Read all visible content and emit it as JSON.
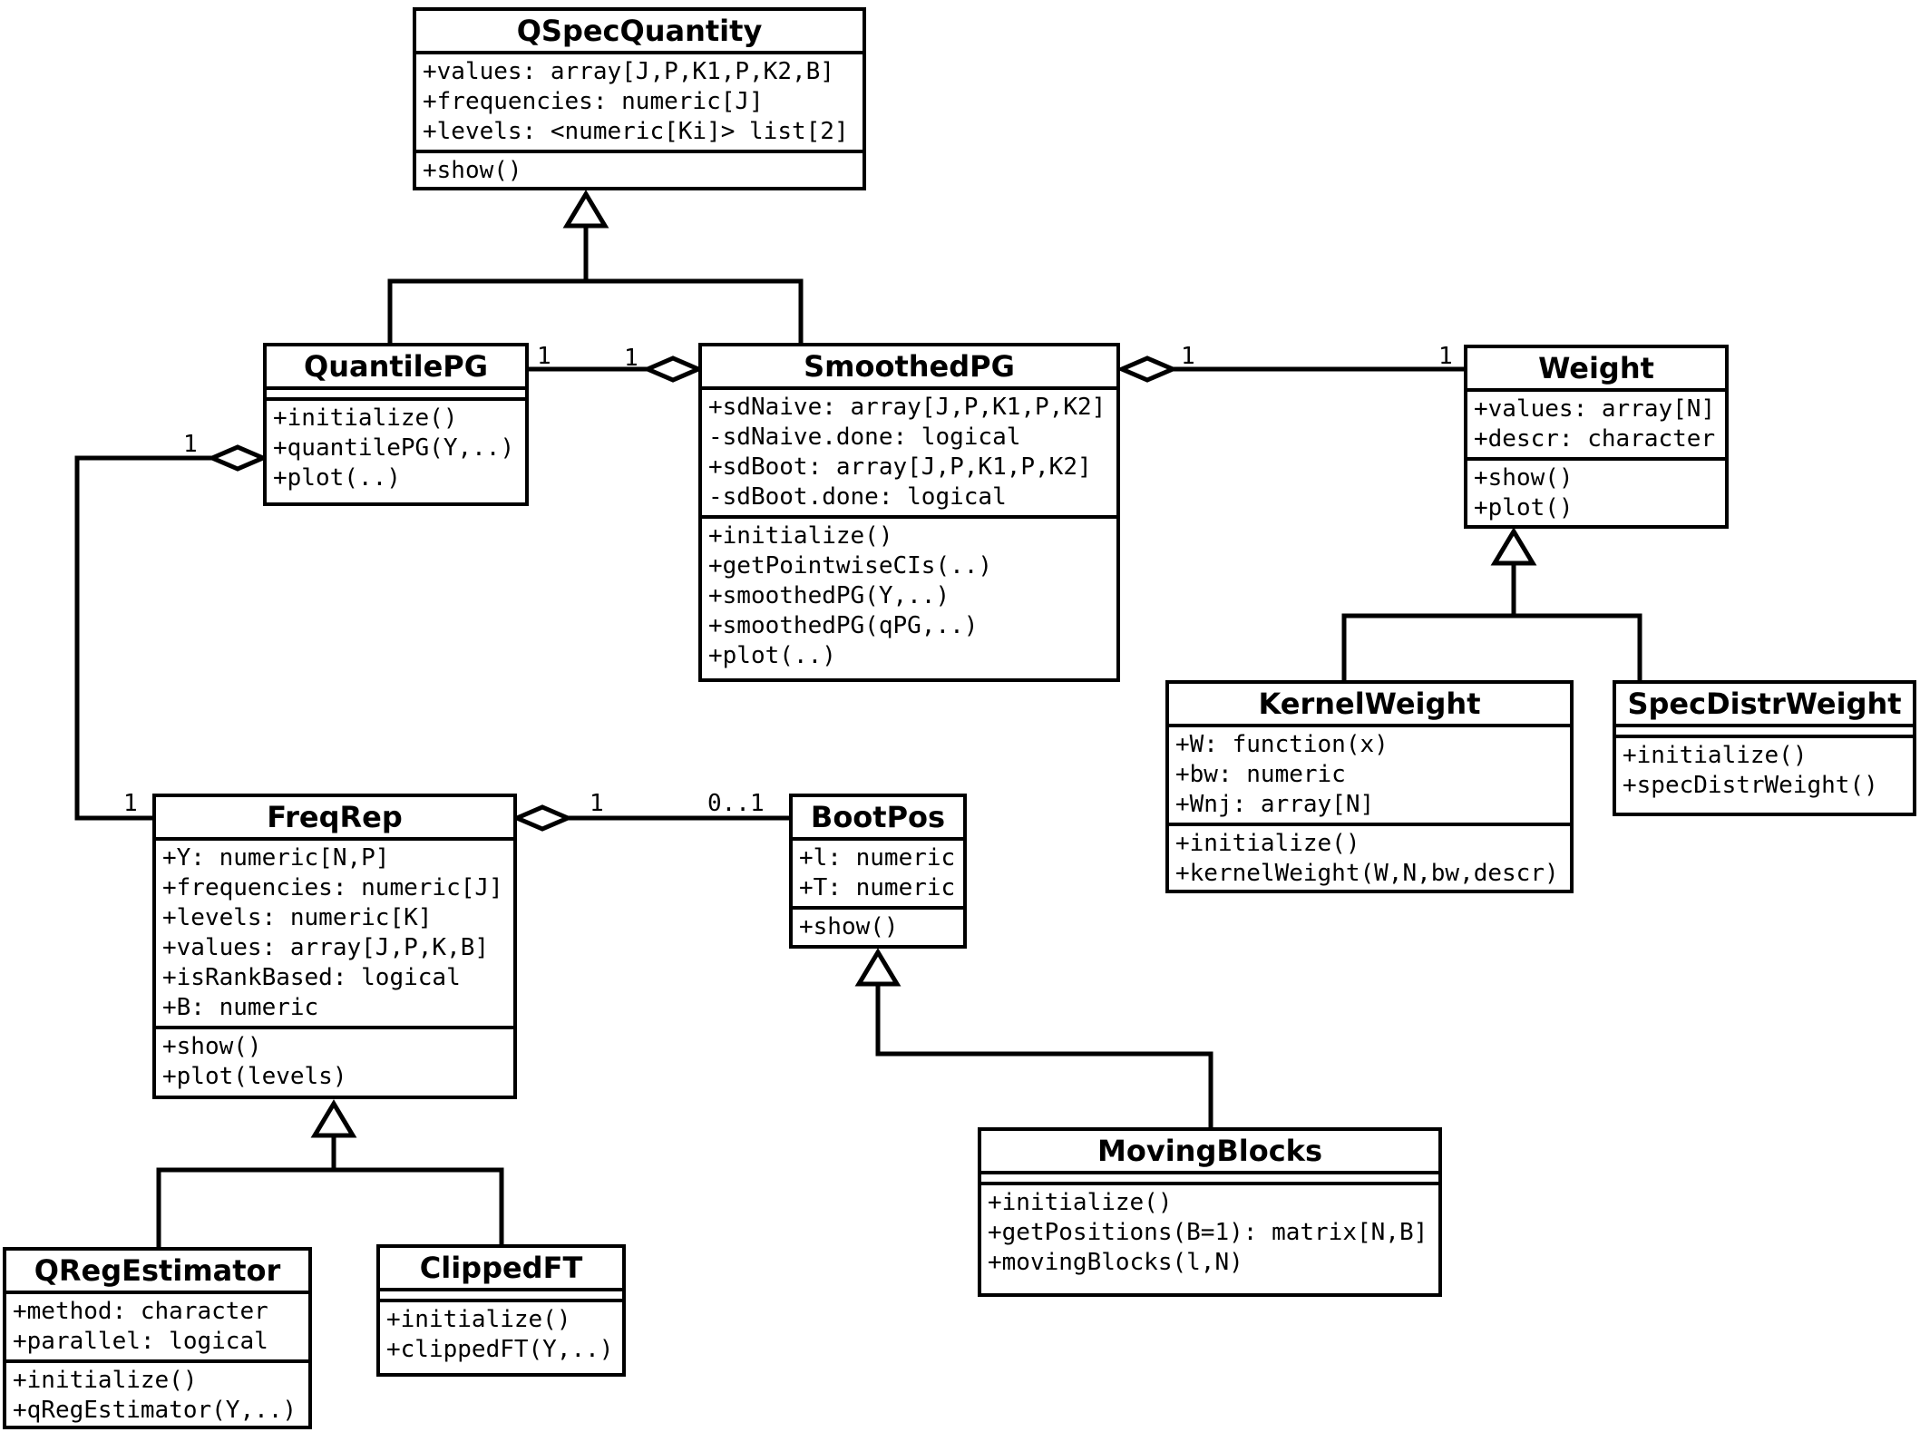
{
  "classes": {
    "qspecquantity": {
      "title": "QSpecQuantity",
      "attrs": [
        "+values: array[J,P,K1,P,K2,B]",
        "+frequencies: numeric[J]",
        "+levels: <numeric[Ki]> list[2]"
      ],
      "methods": [
        "+show()"
      ]
    },
    "quantilepg": {
      "title": "QuantilePG",
      "attrs": [],
      "methods": [
        "+initialize()",
        "+quantilePG(Y,..)",
        "+plot(..)"
      ]
    },
    "smoothedpg": {
      "title": "SmoothedPG",
      "attrs": [
        "+sdNaive: array[J,P,K1,P,K2]",
        "-sdNaive.done: logical",
        "+sdBoot: array[J,P,K1,P,K2]",
        "-sdBoot.done: logical"
      ],
      "methods": [
        "+initialize()",
        "+getPointwiseCIs(..)",
        "+smoothedPG(Y,..)",
        "+smoothedPG(qPG,..)",
        "+plot(..)"
      ]
    },
    "weight": {
      "title": "Weight",
      "attrs": [
        "+values: array[N]",
        "+descr: character"
      ],
      "methods": [
        "+show()",
        "+plot()"
      ]
    },
    "kernelweight": {
      "title": "KernelWeight",
      "attrs": [
        "+W: function(x)",
        "+bw: numeric",
        "+Wnj: array[N]"
      ],
      "methods": [
        "+initialize()",
        "+kernelWeight(W,N,bw,descr)"
      ]
    },
    "specdistrweight": {
      "title": "SpecDistrWeight",
      "attrs": [],
      "methods": [
        "+initialize()",
        "+specDistrWeight()"
      ]
    },
    "freqrep": {
      "title": "FreqRep",
      "attrs": [
        "+Y: numeric[N,P]",
        "+frequencies: numeric[J]",
        "+levels: numeric[K]",
        "+values: array[J,P,K,B]",
        "+isRankBased: logical",
        "+B: numeric"
      ],
      "methods": [
        "+show()",
        "+plot(levels)"
      ]
    },
    "bootpos": {
      "title": "BootPos",
      "attrs": [
        "+l: numeric",
        "+T: numeric"
      ],
      "methods": [
        "+show()"
      ]
    },
    "movingblocks": {
      "title": "MovingBlocks",
      "attrs": [],
      "methods": [
        "+initialize()",
        "+getPositions(B=1): matrix[N,B]",
        "+movingBlocks(l,N)"
      ]
    },
    "qregestimator": {
      "title": "QRegEstimator",
      "attrs": [
        "+method: character",
        "+parallel: logical"
      ],
      "methods": [
        "+initialize()",
        "+qRegEstimator(Y,..)"
      ]
    },
    "clippedft": {
      "title": "ClippedFT",
      "attrs": [],
      "methods": [
        "+initialize()",
        "+clippedFT(Y,..)"
      ]
    }
  },
  "multiplicities": {
    "qpg_right": "1",
    "spg_left": "1",
    "spg_right": "1",
    "weight_left": "1",
    "qpg_aggr": "1",
    "freqrep_left": "1",
    "freqrep_right": "1",
    "bootpos_left": "0..1"
  }
}
